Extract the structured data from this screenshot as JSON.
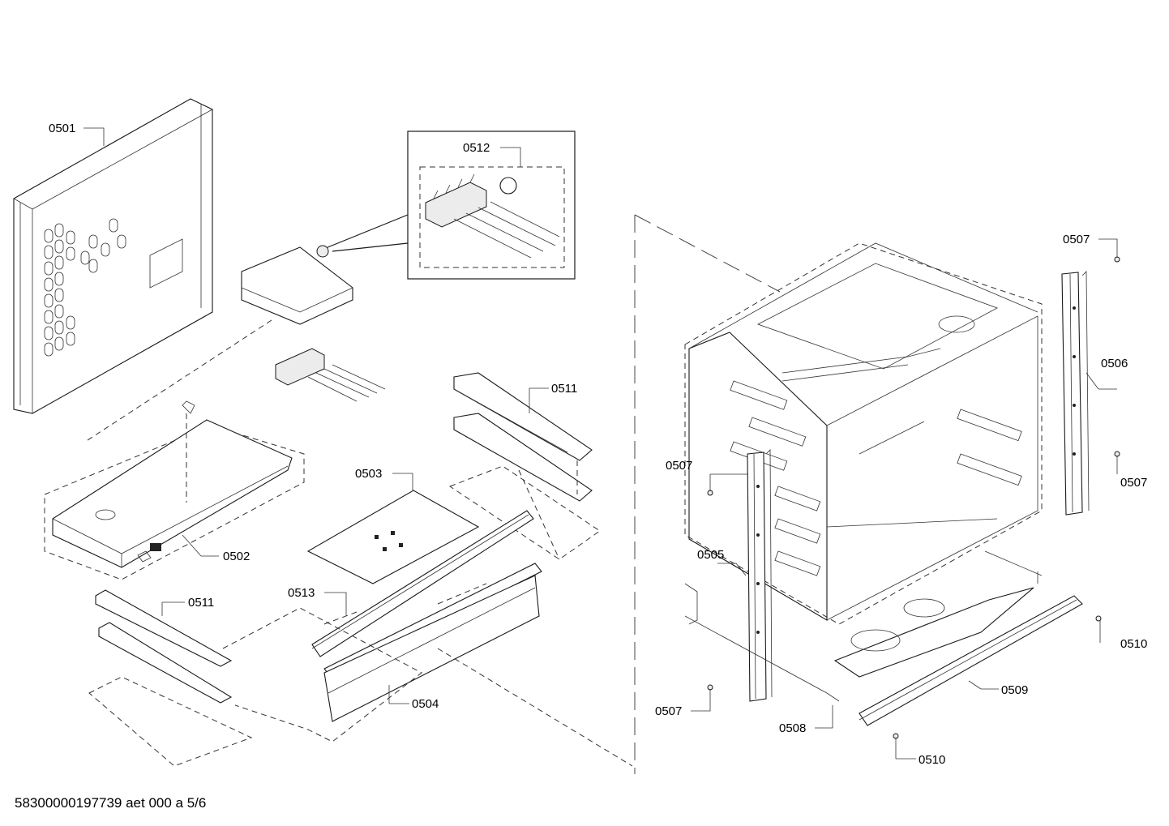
{
  "footer": {
    "drawing_code": "58300000197739 aet 000 a 5/6"
  },
  "callouts": {
    "c0501": "0501",
    "c0502": "0502",
    "c0503": "0503",
    "c0504": "0504",
    "c0505": "0505",
    "c0506": "0506",
    "c0507a": "0507",
    "c0507b": "0507",
    "c0507c": "0507",
    "c0507d": "0507",
    "c0508": "0508",
    "c0509": "0509",
    "c0510a": "0510",
    "c0510b": "0510",
    "c0511a": "0511",
    "c0511b": "0511",
    "c0512": "0512",
    "c0513": "0513"
  }
}
